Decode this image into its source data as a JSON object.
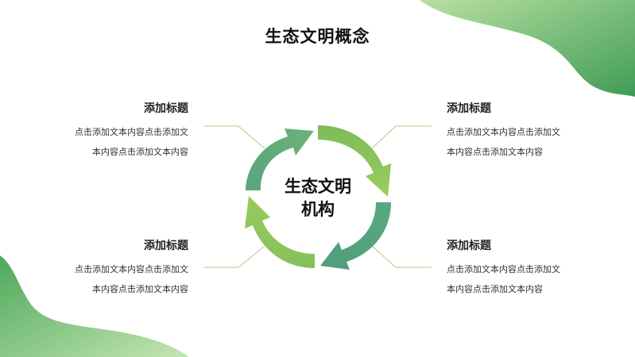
{
  "title": "生态文明概念",
  "center": {
    "line1": "生态文明",
    "line2": "机构"
  },
  "blocks": [
    {
      "heading": "添加标题",
      "line1": "点击添加文本内容点击添加文",
      "line2": "本内容点击添加文本内容"
    },
    {
      "heading": "添加标题",
      "line1": "点击添加文本内容点击添加文",
      "line2": "本内容点击添加文本内容"
    },
    {
      "heading": "添加标题",
      "line1": "点击添加文本内容点击添加文",
      "line2": "本内容点击添加文本内容"
    },
    {
      "heading": "添加标题",
      "line1": "点击添加文本内容点击添加文",
      "line2": "本内容点击添加文本内容"
    }
  ],
  "colors": {
    "dark_green": "#4fa67a",
    "light_green": "#8cc45a",
    "connector": "#a7cf85",
    "blob_light": "#a6d68f",
    "blob_dark": "#44a158"
  }
}
